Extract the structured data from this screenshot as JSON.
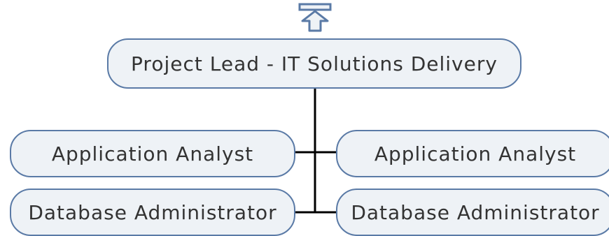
{
  "root": {
    "label": "Project Lead - IT Solutions Delivery"
  },
  "navigation": {
    "up_icon": "up-arrow-icon"
  },
  "reports": [
    {
      "label": "Application Analyst"
    },
    {
      "label": "Application Analyst"
    },
    {
      "label": "Database Administrator"
    },
    {
      "label": "Database Administrator"
    }
  ],
  "colors": {
    "node_fill": "#eef2f6",
    "node_border": "#5a7aa6",
    "connector": "#000000",
    "text": "#333333"
  }
}
